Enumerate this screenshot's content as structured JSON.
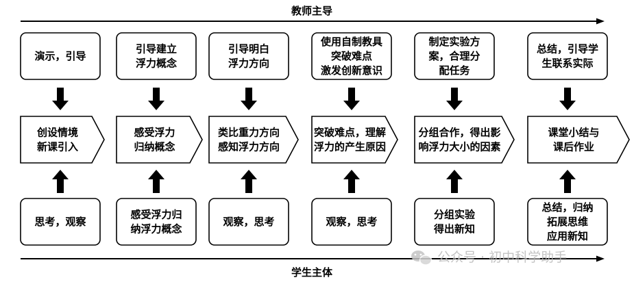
{
  "top_axis": {
    "label": "教师主导"
  },
  "bottom_axis": {
    "label": "学生主体"
  },
  "columns": [
    {
      "teacher": [
        "演示，引导"
      ],
      "stage": [
        "创设情境",
        "新课引入"
      ],
      "student": [
        "思考，观察"
      ]
    },
    {
      "teacher": [
        "引导建立",
        "浮力概念"
      ],
      "stage": [
        "感受浮力",
        "归纳概念"
      ],
      "student": [
        "感受浮力归",
        "纳浮力概念"
      ]
    },
    {
      "teacher": [
        "引导明白",
        "浮力方向"
      ],
      "stage": [
        "类比重力方向",
        "感知浮力方向"
      ],
      "student": [
        "观察，思考"
      ]
    },
    {
      "teacher": [
        "使用自制教具",
        "突破难点",
        "激发创新意识"
      ],
      "stage": [
        "突破难点，理解",
        "浮力的产生原因"
      ],
      "student": [
        "观察，思考"
      ]
    },
    {
      "teacher": [
        "制定实验方",
        "案，合理分",
        "配任务"
      ],
      "stage": [
        "分组合作，得出影",
        "响浮力大小的因素"
      ],
      "student": [
        "分组实验",
        "得出新知"
      ]
    },
    {
      "teacher": [
        "总结，引导学",
        "生联系实际"
      ],
      "stage": [
        "课堂小结与",
        "课后作业"
      ],
      "student": [
        "总结，归纳",
        "拓展思维",
        "应用新知"
      ]
    }
  ],
  "watermark": {
    "text": "公众号 · 初中科学助手",
    "icon": "wechat-icon"
  }
}
